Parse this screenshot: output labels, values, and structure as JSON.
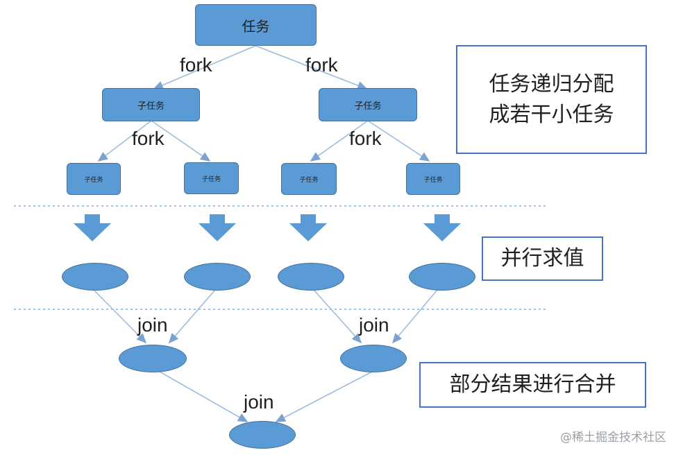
{
  "root": {
    "label": "任务"
  },
  "subtasks": [
    {
      "label": "子任务"
    },
    {
      "label": "子任务"
    }
  ],
  "leaves": [
    {
      "label": "子任务"
    },
    {
      "label": "子任务"
    },
    {
      "label": "子任务"
    },
    {
      "label": "子任务"
    }
  ],
  "edge_labels": {
    "fork_left": "fork",
    "fork_right": "fork",
    "fork_mid": "fork",
    "fork_mid2": "fork",
    "join_left": "join",
    "join_right": "join",
    "join_bottom": "join"
  },
  "notes": {
    "split": "任务递归分配成若干小任务",
    "parallel": "并行求值",
    "merge": "部分结果进行合并"
  },
  "watermark": "@稀土掘金技术社区",
  "colors": {
    "node_fill": "#5b9bd5",
    "node_border": "#41719c",
    "arrow": "#7ca3cf",
    "note_border": "#4472c4",
    "divider": "#9dc3e6"
  }
}
